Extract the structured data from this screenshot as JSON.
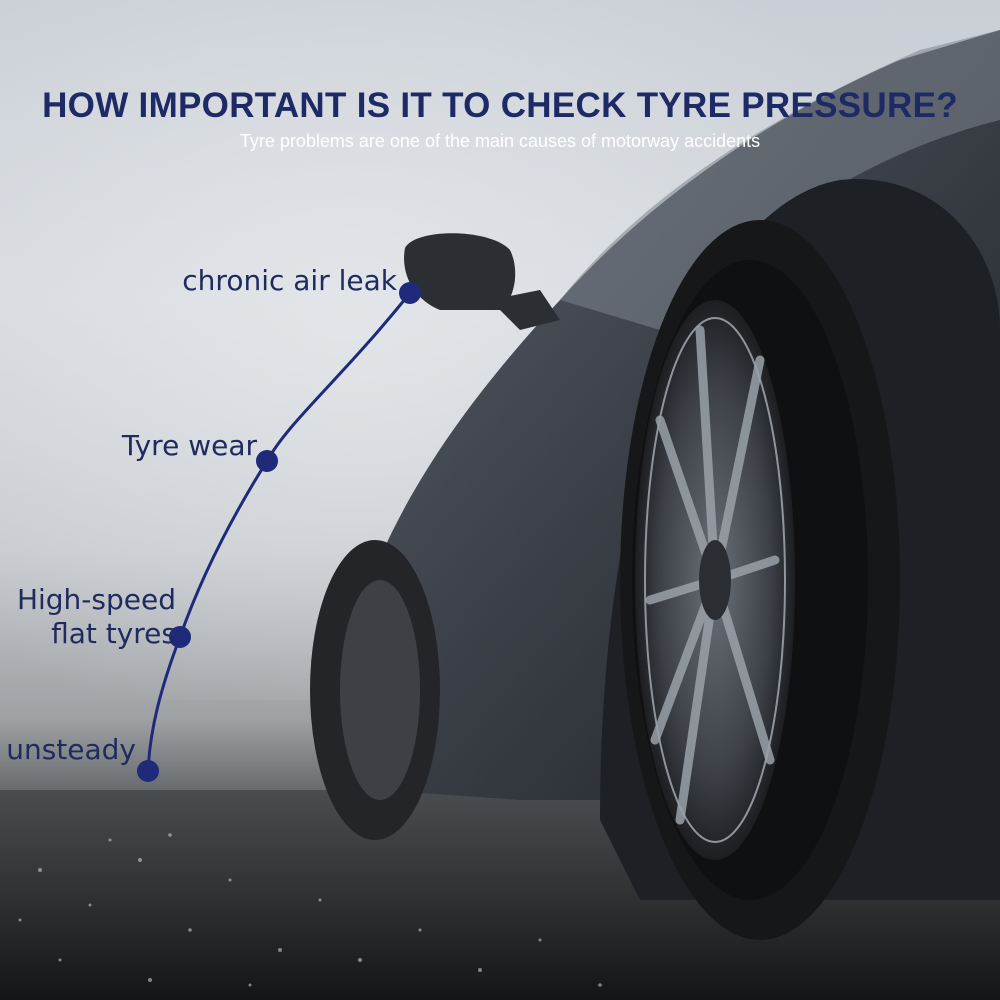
{
  "header": {
    "title": "HOW IMPORTANT IS IT TO CHECK TYRE PRESSURE?",
    "subtitle": "Tyre problems are one of the main causes of motorway accidents"
  },
  "causes": [
    "chronic air leak",
    "Tyre wear",
    "High-speed\nflat tyres",
    "unsteady"
  ],
  "colors": {
    "accent": "#1e2a66",
    "subtitle": "#ffffff",
    "curve": "#1f2a7a"
  }
}
